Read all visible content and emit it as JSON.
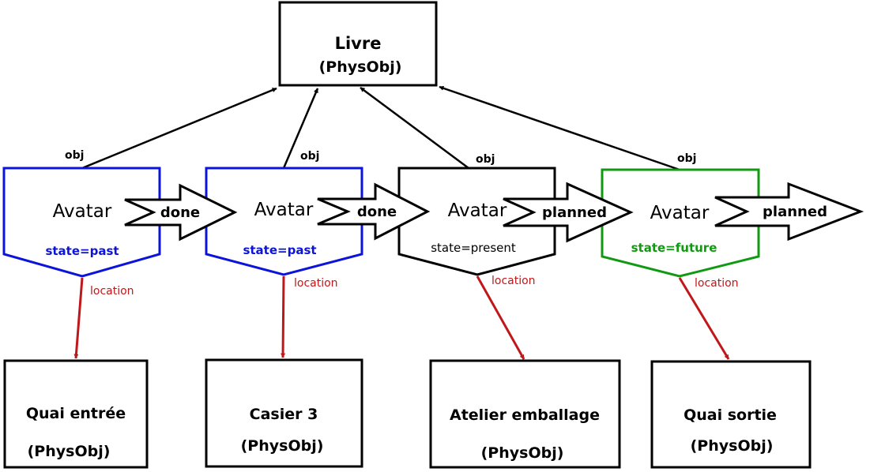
{
  "colors": {
    "past": "#0b14d8",
    "present": "#000000",
    "future": "#119911",
    "location_arrow": "#c0181a",
    "line": "#000000"
  },
  "top_object": {
    "title": "Livre",
    "type": "(PhysObj)"
  },
  "avatars": [
    {
      "label": "Avatar",
      "state": "state=past",
      "obj_label": "obj",
      "location_label": "location",
      "transition": "done"
    },
    {
      "label": "Avatar",
      "state": "state=past",
      "obj_label": "obj",
      "location_label": "location",
      "transition": "done"
    },
    {
      "label": "Avatar",
      "state": "state=present",
      "obj_label": "obj",
      "location_label": "location",
      "transition": "planned"
    },
    {
      "label": "Avatar",
      "state": "state=future",
      "obj_label": "obj",
      "location_label": "location",
      "transition": "planned"
    }
  ],
  "locations": [
    {
      "title": "Quai entrée",
      "type": "(PhysObj)"
    },
    {
      "title": "Casier 3",
      "type": "(PhysObj)"
    },
    {
      "title": "Atelier emballage",
      "type": "(PhysObj)"
    },
    {
      "title": "Quai sortie",
      "type": "(PhysObj)"
    }
  ]
}
